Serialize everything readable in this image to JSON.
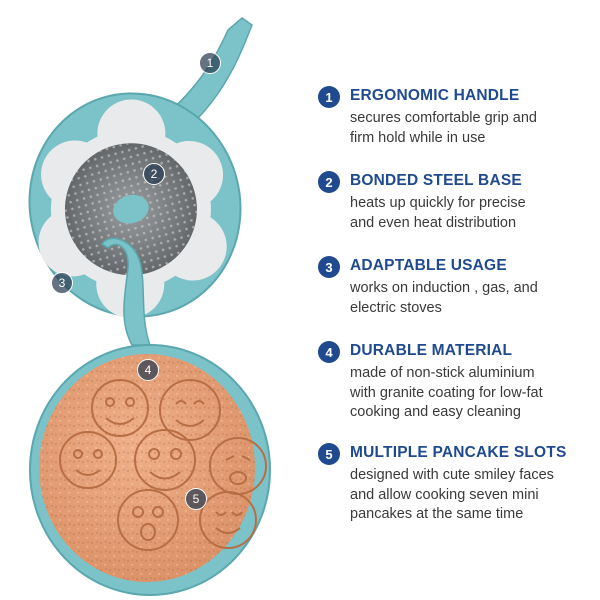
{
  "features": [
    {
      "number": "1",
      "title": "ERGONOMIC HANDLE",
      "lines": [
        "secures comfortable grip and",
        "firm hold while in use"
      ]
    },
    {
      "number": "2",
      "title": "BONDED STEEL BASE",
      "lines": [
        "heats up quickly for precise",
        "and even heat distribution"
      ]
    },
    {
      "number": "3",
      "title": "ADAPTABLE USAGE",
      "lines": [
        "works on induction , gas, and",
        "electric stoves"
      ]
    },
    {
      "number": "4",
      "title": "DURABLE MATERIAL",
      "lines": [
        "made of non-stick aluminium",
        "with granite coating for low-fat",
        "cooking and easy cleaning"
      ]
    },
    {
      "number": "5",
      "title": "MULTIPLE PANCAKE SLOTS",
      "lines": [
        "designed with cute smiley faces",
        "and allow cooking seven mini",
        "pancakes at the same time"
      ]
    }
  ],
  "callouts": [
    "1",
    "2",
    "3",
    "4",
    "5"
  ],
  "colors": {
    "accent": "#1f4a8f",
    "pan_body": "#7cc3c9",
    "pan_interior": "#e7a57c",
    "steel_base": "#c7c9cb"
  },
  "icons": [
    "smiley-face-icon"
  ]
}
